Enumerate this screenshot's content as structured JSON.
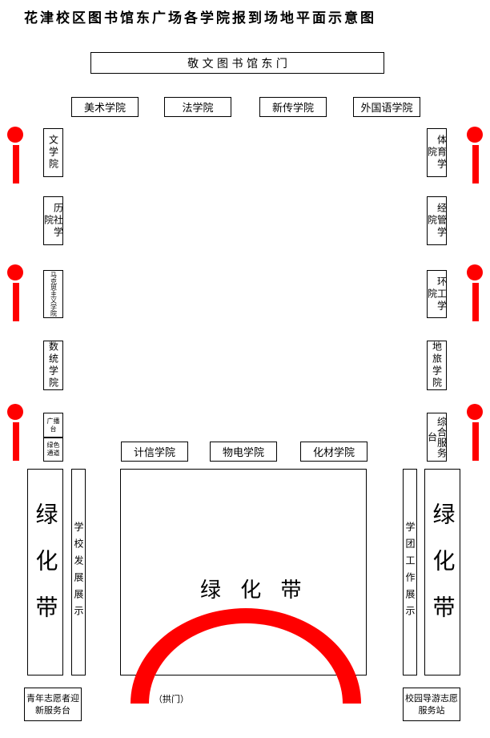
{
  "title": "花津校区图书馆东广场各学院报到场地平面示意图",
  "library_gate": "敬 文 图 书 馆 东 门",
  "top_row": [
    "美术学院",
    "法学院",
    "新传学院",
    "外国语学院"
  ],
  "left_column": [
    "文学院",
    "历社学院",
    "马克思主义学院",
    "数统学院"
  ],
  "left_small": [
    "广播台",
    "绿色通道"
  ],
  "right_column": [
    "体育学院",
    "经管学院",
    "环工学院",
    "地旅学院",
    "综合服务台"
  ],
  "middle_row": [
    "计信学院",
    "物电学院",
    "化材学院"
  ],
  "left_exhibit": "学校发展展示",
  "right_exhibit": "学团工作展示",
  "green_belt": "绿化带",
  "center_green": "绿 化 带",
  "arch_label": "（拱门）",
  "volunteer_left": "青年志愿者迎新服务台",
  "volunteer_right": "校园导游志愿服务站",
  "colors": {
    "lantern": "#ff0000",
    "arch": "#ff0000",
    "border": "#000000"
  }
}
